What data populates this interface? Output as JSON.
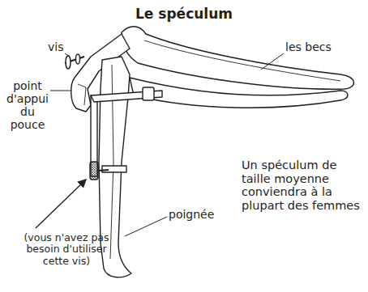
{
  "diagram": {
    "title": "Le spéculum",
    "labels": [
      "vis",
      "les becs",
      "point d'appui du pouce",
      "poignée",
      "(vous n'avez pas besoin d'utiliser cette vis)",
      "Un spéculum de taille moyenne conviendra à la plupart des femmes"
    ]
  }
}
